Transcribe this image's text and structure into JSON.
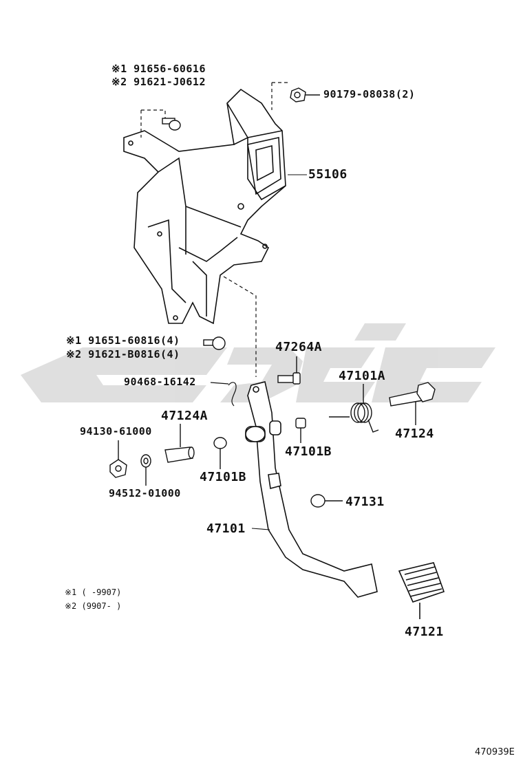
{
  "watermark": {
    "text": "كايدك",
    "color": "#d8d8d8"
  },
  "parts": {
    "bolt_note1": "※1 91656-60616",
    "bolt_note2": "※2 91621-J0612",
    "nut_top": "90179-08038(2)",
    "bracket": "55106",
    "bolt4_note1": "※1 91651-60816(4)",
    "bolt4_note2": "※2 91621-B0816(4)",
    "pin": "90468-16142",
    "shaft_bolt": "47264A",
    "spring": "47101A",
    "pivot_bolt": "47124",
    "collar": "47124A",
    "nut_left": "94130-61000",
    "washer": "94512-01000",
    "bushing_left": "47101B",
    "bushing_right": "47101B",
    "stopper": "47131",
    "pedal_arm": "47101",
    "pedal_pad": "47121"
  },
  "legend": {
    "line1": "※1 (     -9907)",
    "line2": "※2 (9907-      )"
  },
  "figure_ref": "470939E"
}
